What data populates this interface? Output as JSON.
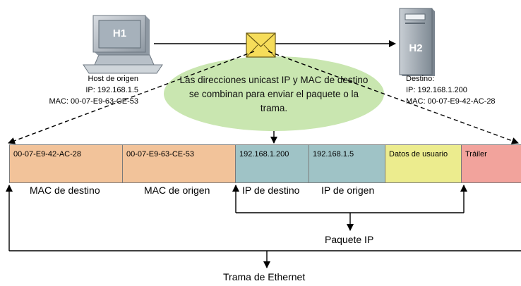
{
  "host_source": {
    "screen_label": "H1",
    "caption": "Host de origen",
    "ip": "IP: 192.168.1.5",
    "mac": "MAC: 00-07-E9-63-CE-53"
  },
  "host_dest": {
    "screen_label": "H2",
    "caption": "Destino:",
    "ip": "IP: 192.168.1.200",
    "mac": "MAC: 00-07-E9-42-AC-28"
  },
  "callout": {
    "line1": "Las direcciones unicast IP y MAC de destino",
    "line2": "se combinan para enviar el paquete o la",
    "line3": "trama."
  },
  "frame_fields": [
    {
      "value": "00-07-E9-42-AC-28",
      "color": "#f2c39a"
    },
    {
      "value": "00-07-E9-63-CE-53",
      "color": "#f2c39a"
    },
    {
      "value": "192.168.1.200",
      "color": "#9fc3c6"
    },
    {
      "value": "192.168.1.5",
      "color": "#9fc3c6"
    },
    {
      "value": "Datos de usuario",
      "color": "#ecec8e"
    },
    {
      "value": "Tráiler",
      "color": "#f2a39c"
    }
  ],
  "field_labels": {
    "mac_dest": "MAC de destino",
    "mac_src": "MAC de origen",
    "ip_dest": "IP de destino",
    "ip_src": "IP de origen"
  },
  "brackets": {
    "ip_packet": "Paquete IP",
    "ethernet_frame": "Trama de Ethernet"
  },
  "colors": {
    "callout_fill": "#c9e6b0",
    "envelope_fill": "#f6dd5a",
    "computer_screen": "#9aa6b2",
    "server_body": "#a9b3bc"
  }
}
